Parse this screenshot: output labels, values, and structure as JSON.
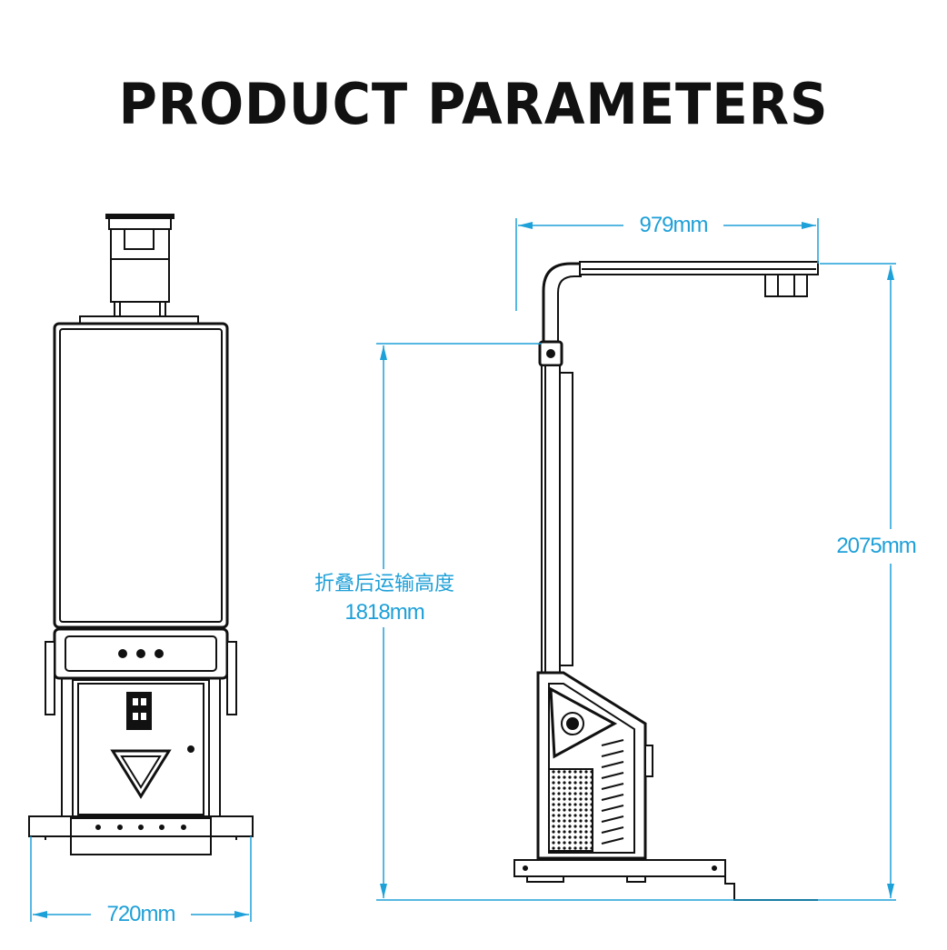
{
  "title": "PRODUCT PARAMETERS",
  "dimensions": {
    "width": "720mm",
    "arm_length": "979mm",
    "total_height": "2075mm",
    "folded_caption": "折叠后运输高度",
    "folded_height": "1818mm"
  },
  "colors": {
    "dimension": "#1ea0d8",
    "outline": "#111111",
    "background": "#ffffff"
  }
}
